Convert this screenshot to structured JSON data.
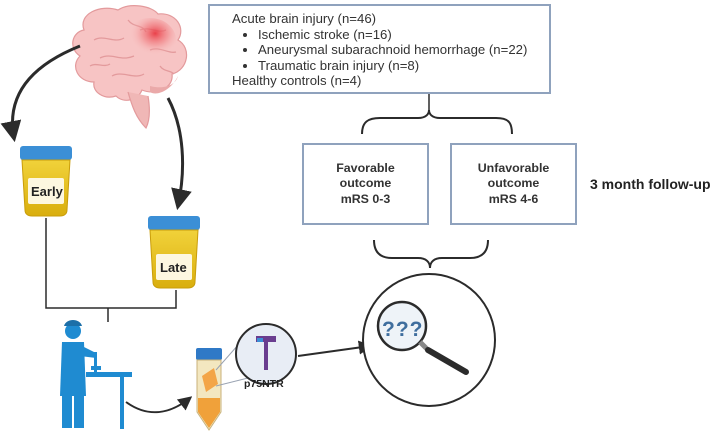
{
  "cohort": {
    "title": "Acute brain injury (n=46)",
    "items": [
      "Ischemic stroke (n=16)",
      "Aneurysmal subarachnoid hemorrhage (n=22)",
      "Traumatic brain injury (n=8)"
    ],
    "controls": "Healthy controls (n=4)"
  },
  "outcomes": {
    "favorable": [
      "Favorable",
      "outcome",
      "mRS 0-3"
    ],
    "unfavorable": [
      "Unfavorable",
      "outcome",
      "mRS 4-6"
    ]
  },
  "followup": "3 month follow-up",
  "samples": {
    "early": "Early",
    "late": "Late"
  },
  "marker": "p75NTR",
  "magnifier_text": "???",
  "colors": {
    "box_border": "#8fa2bd",
    "cup_lid": "#3b8fd6",
    "urine": "#e9c21a",
    "scientist": "#1f8bd1",
    "marker_purple": "#6a3d8f"
  }
}
